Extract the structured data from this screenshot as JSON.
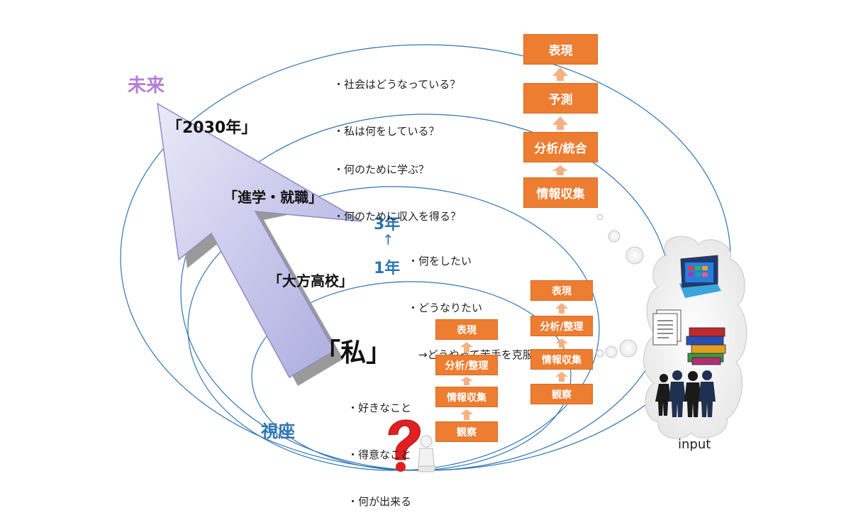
{
  "labels": {
    "future": "未来",
    "viewpoint": "視座",
    "year2030": "「2030年」",
    "career": "「進学・就職」",
    "school": "「大方高校」",
    "me": "「私」",
    "year3": "3年",
    "up_arrow": "↑",
    "year1": "1年",
    "input": "input"
  },
  "questions": {
    "outer": [
      "・社会はどうなっている？",
      "・私は何をしている？"
    ],
    "career": [
      "・何のために学ぶ？",
      "・何のために収入を得る？"
    ],
    "school": [
      "・何をしたい",
      "・どうなりたい",
      "　→どうやって苦手を克服？"
    ],
    "me": [
      "・好きなこと",
      "・得意なこと",
      "・何が出来る"
    ]
  },
  "stacks": {
    "large": [
      "表現",
      "予測",
      "分析/統合",
      "情報収集"
    ],
    "medium": [
      "表現",
      "分析/整理",
      "情報収集",
      "観察"
    ],
    "small": [
      "表現",
      "分析/整理",
      "情報収集",
      "観察"
    ]
  },
  "colors": {
    "box": "#ed7d31",
    "box_arrow": "#f4b183",
    "ellipse": "#2e75b6",
    "future": "#b47ed6",
    "blue_text": "#2e75b6"
  }
}
